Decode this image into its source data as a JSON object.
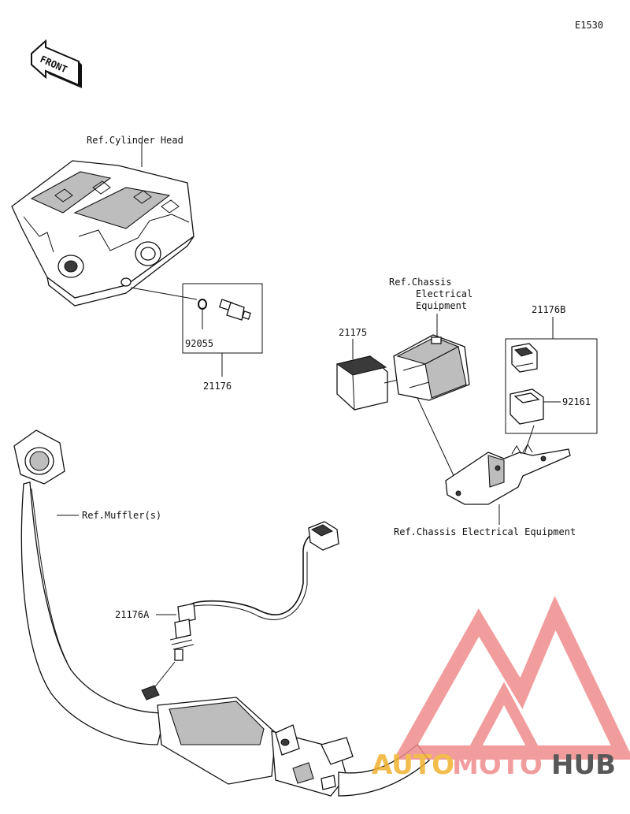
{
  "diagram_code": "E1530",
  "front_arrow_label": "FRONT",
  "labels": {
    "cylinder_head": "Ref.Cylinder Head",
    "part_92055": "92055",
    "part_21176": "21176",
    "chassis_top_1": "Ref.Chassis",
    "chassis_top_2": "Electrical",
    "chassis_top_3": "Equipment",
    "part_21175": "21175",
    "part_21176B": "21176B",
    "part_92161": "92161",
    "chassis_bottom": "Ref.Chassis Electrical Equipment",
    "muffler": "Ref.Muffler(s)",
    "part_21176A": "21176A"
  },
  "watermark": {
    "text_auto": "AUTO",
    "text_moto": "MOTO",
    "text_hub": "HUB",
    "color_logo": "#f08c8c",
    "color_accent": "#f2b230",
    "color_hub": "#3c3c3c"
  }
}
